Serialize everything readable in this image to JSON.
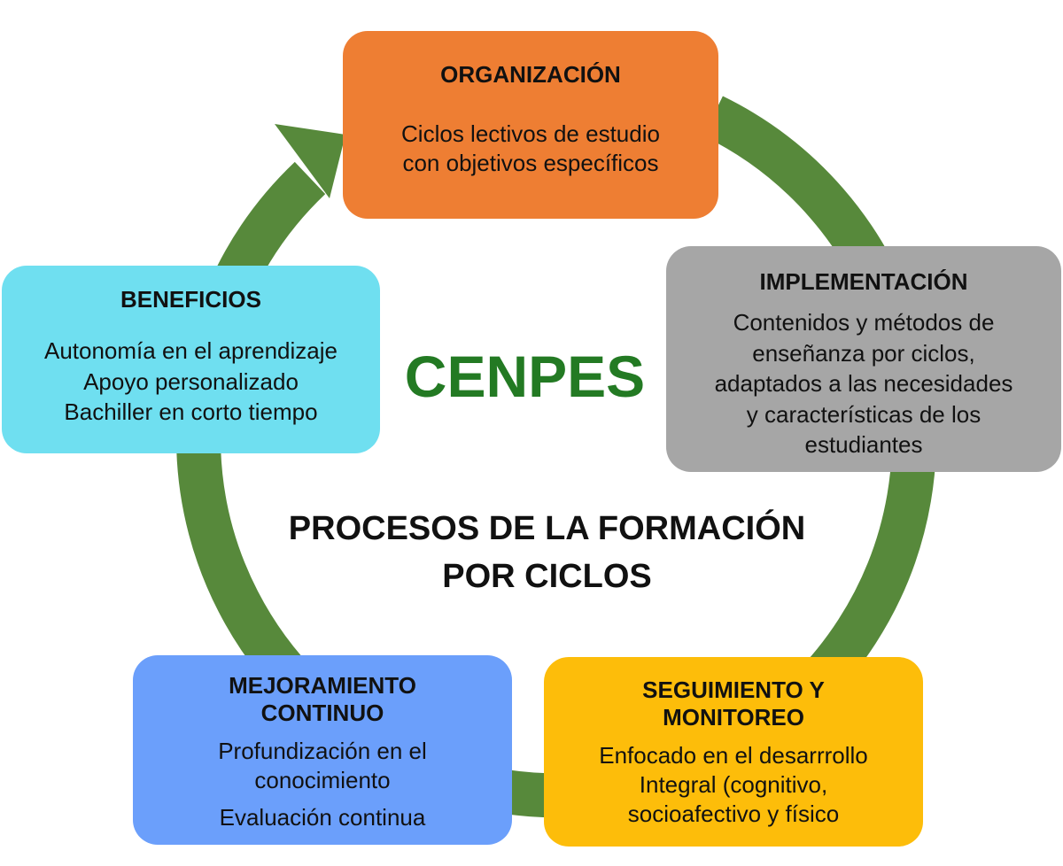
{
  "colors": {
    "ring": "#57893b",
    "organizacion": "#ee7e33",
    "implementacion": "#a6a6a6",
    "seguimiento": "#fdbd0a",
    "mejoramiento": "#6b9ffb",
    "beneficios": "#6fdff0",
    "brand": "#237a23"
  },
  "center": {
    "brand": "CENPES",
    "subtitle_lines": [
      "PROCESOS DE LA FORMACIÓN",
      "POR CICLOS"
    ]
  },
  "boxes": {
    "organizacion": {
      "title": "ORGANIZACIÓN",
      "lines": [
        "Ciclos lectivos de estudio",
        "con objetivos específicos"
      ]
    },
    "implementacion": {
      "title": "IMPLEMENTACIÓN",
      "lines": [
        "Contenidos y métodos de",
        "enseñanza por ciclos,",
        "adaptados a las necesidades",
        "y características de los",
        "estudiantes"
      ]
    },
    "seguimiento": {
      "title_lines": [
        "SEGUIMIENTO Y",
        "MONITOREO"
      ],
      "lines": [
        "Enfocado en el desarrrollo",
        "Integral (cognitivo,",
        "socioafectivo y físico"
      ]
    },
    "mejoramiento": {
      "title_lines": [
        "MEJORAMIENTO",
        "CONTINUO"
      ],
      "lines": [
        "Profundización en el",
        "conocimiento",
        "Evaluación continua"
      ]
    },
    "beneficios": {
      "title": "BENEFICIOS",
      "lines": [
        "Autonomía en el aprendizaje",
        "Apoyo personalizado",
        "Bachiller en corto tiempo"
      ]
    }
  }
}
